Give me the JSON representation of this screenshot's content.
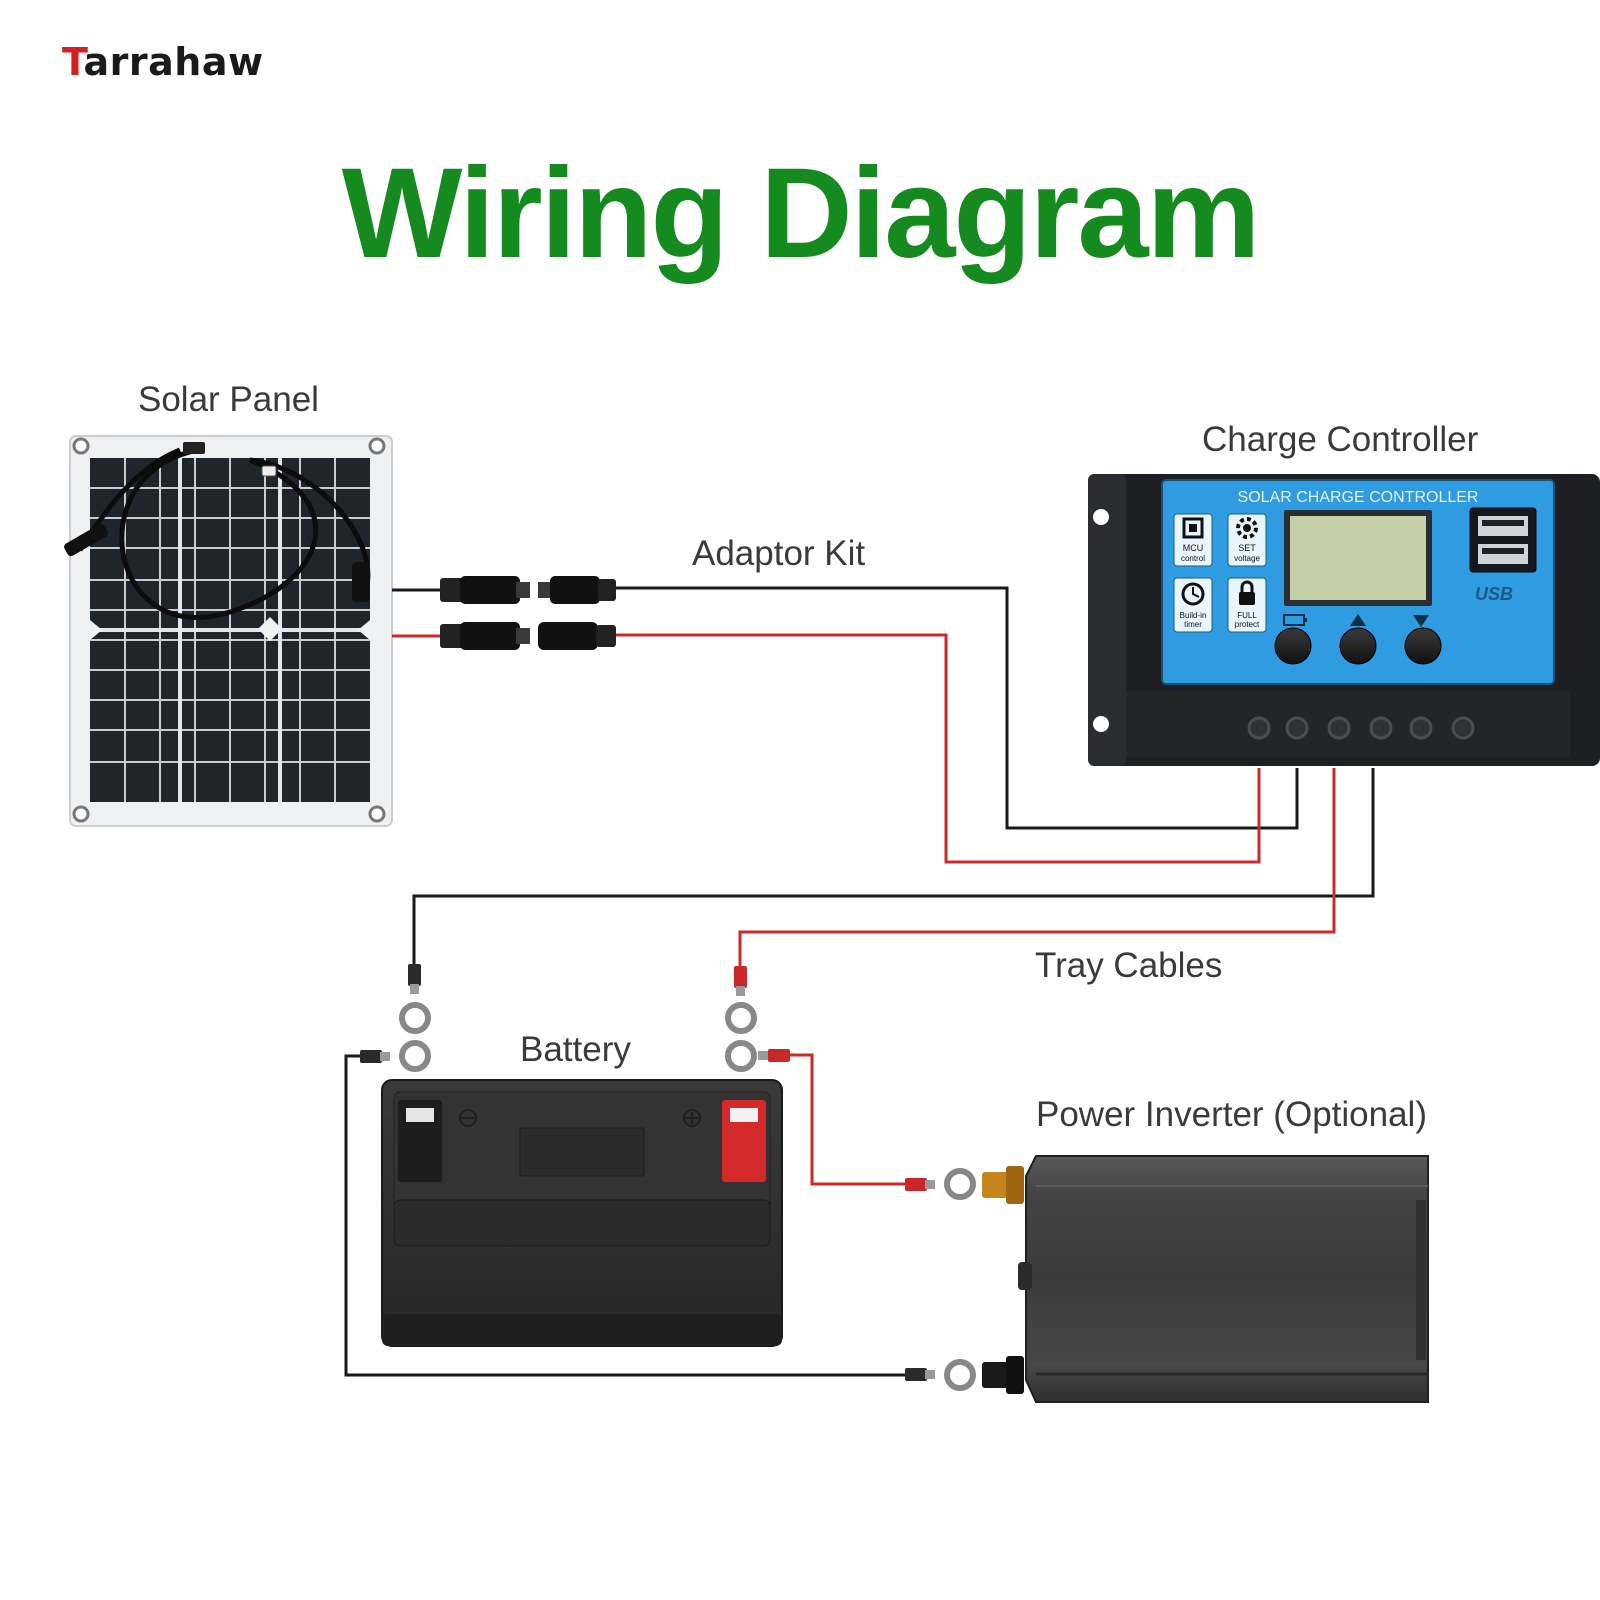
{
  "brand": {
    "name": "Tarrahaw",
    "first_letter": "T",
    "rest": "arrahaw"
  },
  "title": "Wiring Diagram",
  "labels": {
    "solar_panel": "Solar Panel",
    "adaptor_kit": "Adaptor Kit",
    "charge_controller": "Charge Controller",
    "tray_cables": "Tray Cables",
    "battery": "Battery",
    "power_inverter": "Power Inverter (Optional)"
  },
  "controller": {
    "header": "SOLAR CHARGE CONTROLLER",
    "features": [
      {
        "icon": "mcu-chip-icon",
        "line1": "MCU",
        "line2": "control"
      },
      {
        "icon": "gear-icon",
        "line1": "SET",
        "line2": "voltage"
      },
      {
        "icon": "clock-icon",
        "line1": "Build-in",
        "line2": "timer"
      },
      {
        "icon": "lock-icon",
        "line1": "FULL",
        "line2": "protect"
      }
    ],
    "usb_label": "USB"
  },
  "colors": {
    "title_green": "#158a1e",
    "wire_red": "#cc2a2a",
    "wire_black": "#1a1a1a",
    "controller_blue": "#2f9be0",
    "brand_red": "#d42020"
  }
}
